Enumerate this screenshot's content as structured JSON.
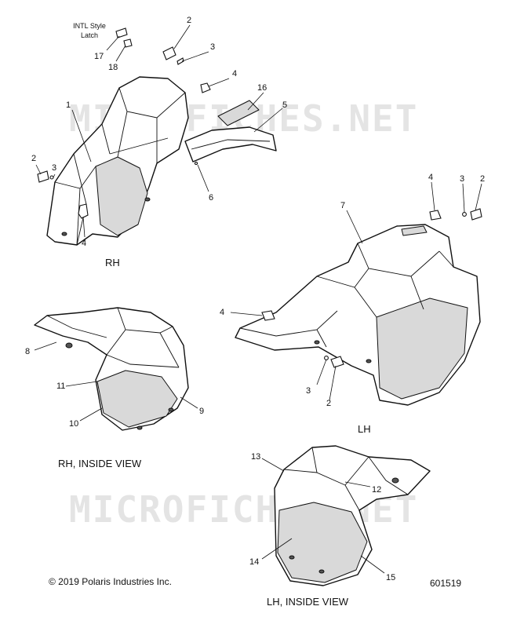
{
  "watermark": "MICROFICHES.NET",
  "latch_note": [
    "INTL Style",
    "Latch"
  ],
  "callouts": {
    "c1": "1",
    "c2a": "2",
    "c3a": "3",
    "c4a": "4",
    "c5": "5",
    "c16": "16",
    "c2b": "2",
    "c3b": "3",
    "c4b": "4",
    "c6": "6",
    "c17": "17",
    "c18": "18",
    "c4c": "4",
    "c3c": "3",
    "c2c": "2",
    "c7": "7",
    "c4d": "4",
    "c3d": "3",
    "c2d": "2",
    "c8": "8",
    "c11": "11",
    "c10": "10",
    "c9": "9",
    "c13": "13",
    "c12": "12",
    "c14": "14",
    "c15": "15"
  },
  "captions": {
    "rh": "RH",
    "lh": "LH",
    "rh_inside": "RH, INSIDE VIEW",
    "lh_inside": "LH, INSIDE VIEW"
  },
  "footer": {
    "copyright": "© 2019 Polaris Industries Inc.",
    "diagram_number": "601519"
  }
}
